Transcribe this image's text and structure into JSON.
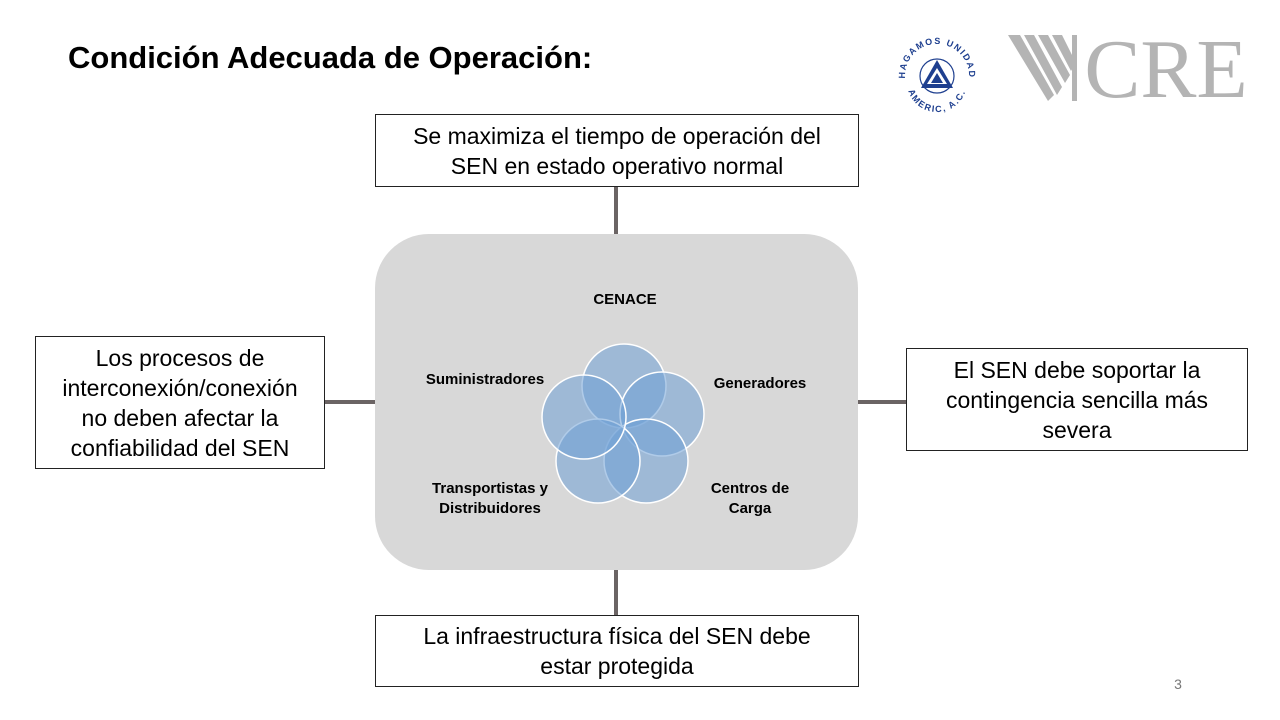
{
  "slide": {
    "title": "Condición Adecuada de Operación:",
    "page_number": "3"
  },
  "boxes": {
    "top": "Se maximiza el tiempo de operación del\nSEN en estado operativo normal",
    "bottom": "La infraestructura física del SEN debe\nestar protegida",
    "left": "Los procesos de\ninterconexión/conexión\nno deben afectar la\nconfiabilidad del SEN",
    "right": "El SEN debe soportar la\ncontingencia sencilla más\nsevera"
  },
  "center": {
    "cenace": "CENACE",
    "suministradores": "Suministradores",
    "generadores": "Generadores",
    "transportistas": "Transportistas y\nDistribuidores",
    "centros_carga": "Centros de\nCarga"
  },
  "logos": {
    "hagamos_top": "HAGAMOS UNIDAD",
    "hagamos_bottom": "AMERIC, A.C.",
    "cre": "CRE"
  },
  "colors": {
    "circle_fill": "#6fa0d6",
    "panel": "#d8d8d8",
    "connector": "#6b6464",
    "logo_blue": "#1e3f8f",
    "cre_gray": "#b4b4b4"
  }
}
